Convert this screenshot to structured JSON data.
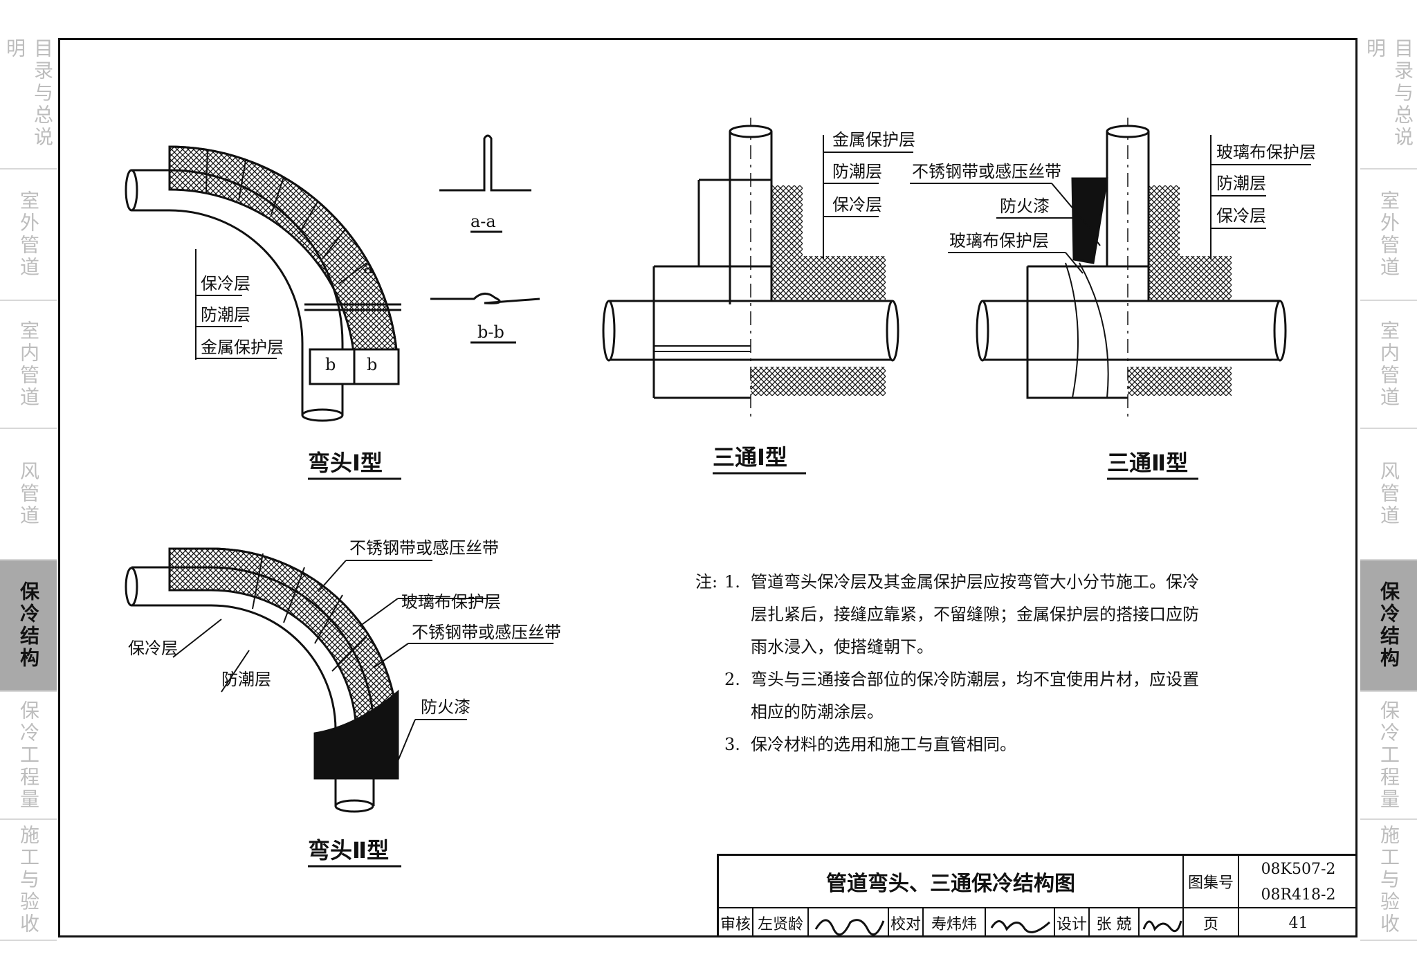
{
  "side_tabs": [
    {
      "label": "目录与总说明",
      "active": false
    },
    {
      "label": "室外管道",
      "active": false
    },
    {
      "label": "室内管道",
      "active": false
    },
    {
      "label": "风管道",
      "active": false
    },
    {
      "label": "保冷结构",
      "active": true
    },
    {
      "label": "保冷工程量",
      "active": false
    },
    {
      "label": "施工与验收",
      "active": false
    }
  ],
  "fig_elbow1": {
    "caption": "弯头Ⅰ型",
    "labels": [
      "保冷层",
      "防潮层",
      "金属保护层"
    ],
    "mark_a": "a",
    "mark_b": "b"
  },
  "seam_sections": {
    "aa": "a-a",
    "bb": "b-b"
  },
  "fig_tee1": {
    "caption": "三通Ⅰ型",
    "labels": [
      "金属保护层",
      "防潮层",
      "保冷层"
    ]
  },
  "fig_tee2": {
    "caption": "三通Ⅱ型",
    "labels_right": [
      "玻璃布保护层",
      "防潮层",
      "保冷层"
    ],
    "labels_left": [
      "不锈钢带或感压丝带",
      "防火漆",
      "玻璃布保护层"
    ]
  },
  "fig_elbow2": {
    "caption": "弯头Ⅱ型",
    "labels": [
      "不锈钢带或感压丝带",
      "玻璃布保护层",
      "不锈钢带或感压丝带",
      "防火漆",
      "保冷层",
      "防潮层"
    ]
  },
  "notes": {
    "prefix": "注:",
    "items": [
      {
        "num": "1.",
        "lines": [
          "管道弯头保冷层及其金属保护层应按弯管大小分节施工。保冷",
          "层扎紧后，接缝应靠紧，不留缝隙；金属保护层的搭接口应防",
          "雨水浸入，使搭缝朝下。"
        ]
      },
      {
        "num": "2.",
        "lines": [
          "弯头与三通接合部位的保冷防潮层，均不宜使用片材，应设置",
          "相应的防潮涂层。"
        ]
      },
      {
        "num": "3.",
        "lines": [
          "保冷材料的选用和施工与直管相同。"
        ]
      }
    ]
  },
  "title_block": {
    "title": "管道弯头、三通保冷结构图",
    "atlas_label": "图集号",
    "atlas_no_1": "08K507-2",
    "atlas_no_2": "08R418-2",
    "review_label": "审核",
    "reviewer": "左贤龄",
    "check_label": "校对",
    "checker": "寿炜炜",
    "design_label": "设计",
    "designer": "张 兢",
    "page_label": "页",
    "page_no": "41"
  }
}
